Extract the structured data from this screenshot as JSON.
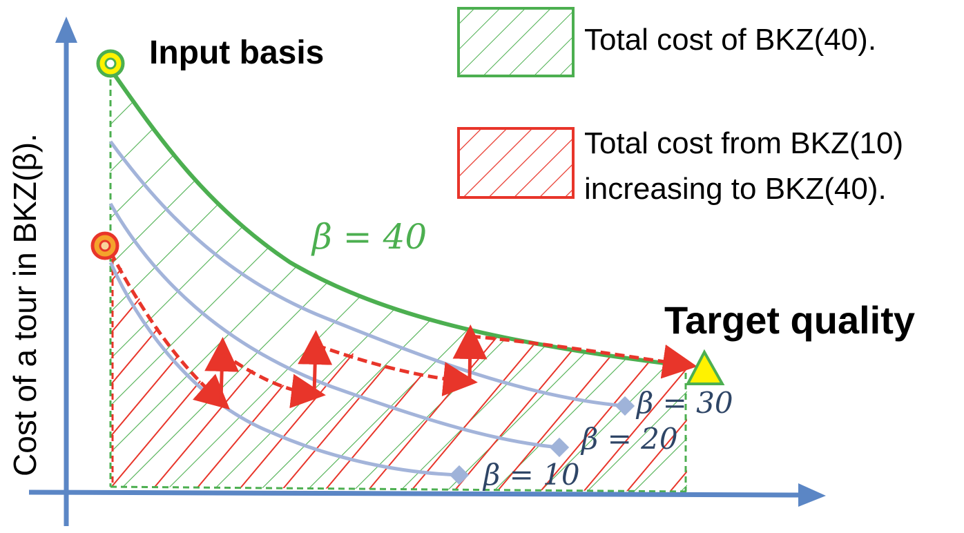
{
  "axes": {
    "y_label": "Cost of a tour in BKZ(β).",
    "color": "#5b86c5"
  },
  "points": {
    "input_basis_label": "Input basis",
    "target_quality_label": "Target quality"
  },
  "curves": {
    "beta_40_label": "β = 40",
    "beta_30_label": "β = 30",
    "beta_20_label": "β = 20",
    "beta_10_label": "β = 10"
  },
  "legend": {
    "green_label": "Total cost of BKZ(40).",
    "red_label_line1": "Total cost from BKZ(10)",
    "red_label_line2": "increasing to BKZ(40)."
  },
  "colors": {
    "green": "#4caf50",
    "red": "#e8352a",
    "blue_curve": "#a3b4da",
    "diamond": "#9fb3d9",
    "yellow": "#fff200",
    "orange": "#f4a32c",
    "beta_text": "#2e4566"
  }
}
